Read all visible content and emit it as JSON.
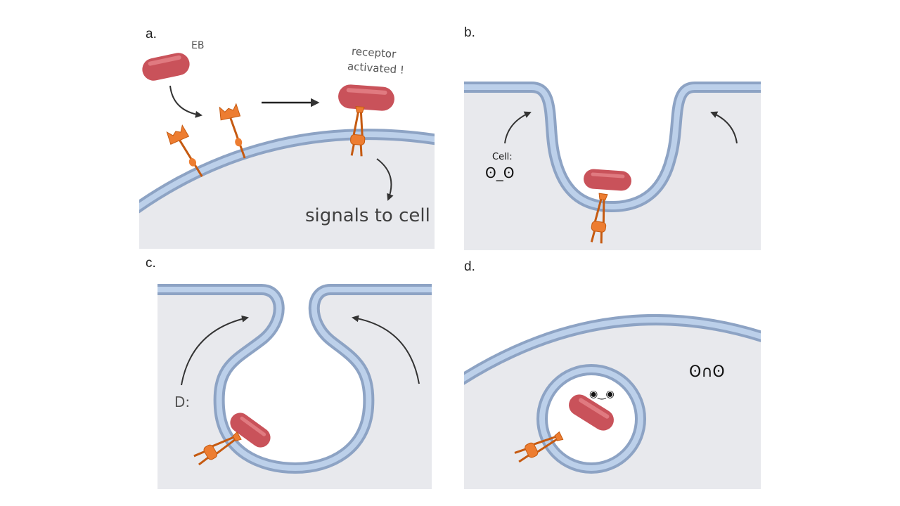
{
  "panels": {
    "a": {
      "label": "a.",
      "eb_label": "EB",
      "receptor_line1": "receptor",
      "receptor_line2": "activated !",
      "signal_text": "signals to cell"
    },
    "b": {
      "label": "b.",
      "cell_label": "Cell:",
      "cell_face": "ʘ_ʘ"
    },
    "c": {
      "label": "c.",
      "d_label": "D:"
    },
    "d": {
      "label": "d.",
      "eb_face": "◉‿◉",
      "cell_face": "ʘ∩ʘ"
    }
  },
  "colors": {
    "cytoplasm": "#e8e9ed",
    "membrane_outer": "#8da3c4",
    "membrane_inner": "#bcd0ea",
    "bacterium": "#c9525a",
    "bacterium_highlight": "#e07a80",
    "receptor": "#ed7d31",
    "receptor_dark": "#c55a11",
    "arrow": "#333333"
  }
}
